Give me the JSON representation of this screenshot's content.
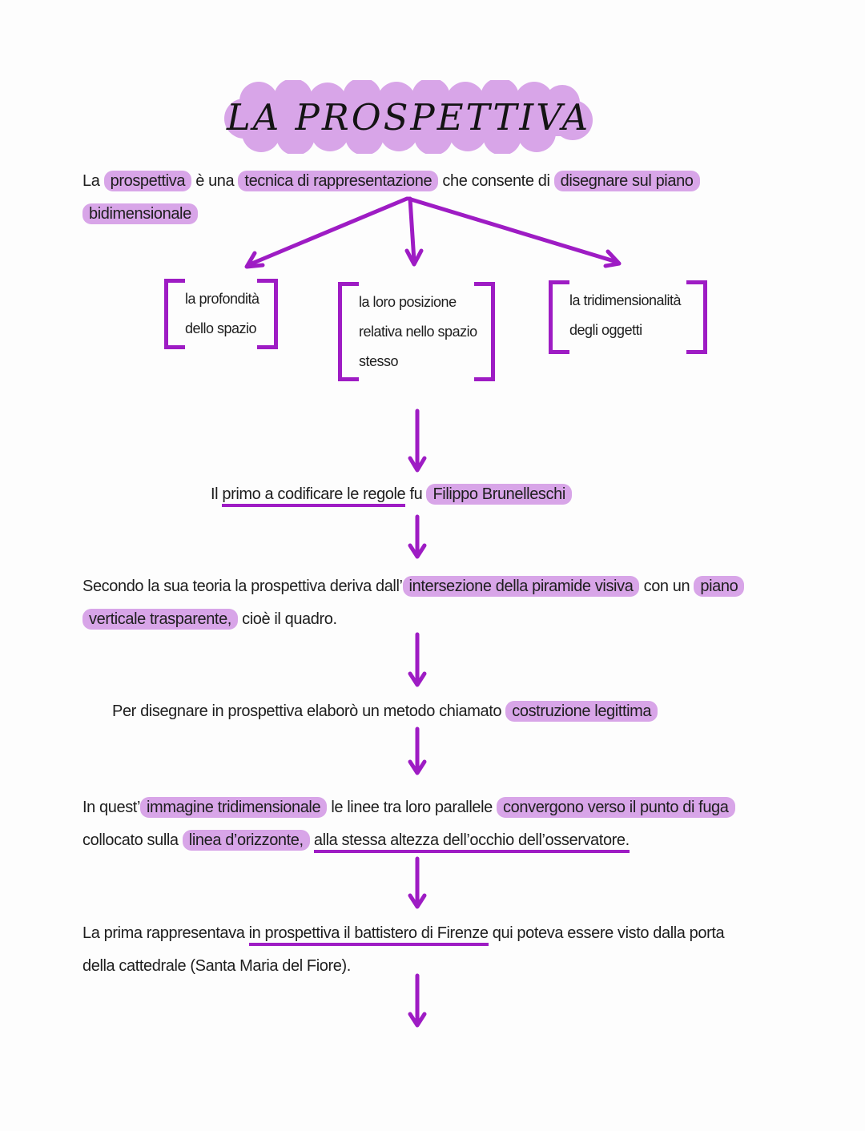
{
  "title": {
    "text": "LA PROSPETTIVA"
  },
  "colors": {
    "highlight": "#d8a5e8",
    "pen": "#9e1cc4",
    "ink": "#1e1e1e"
  },
  "intro": {
    "segments": [
      {
        "t": "La "
      },
      {
        "t": "prospettiva",
        "s": "h"
      },
      {
        "t": " è una "
      },
      {
        "t": "tecnica di rappresentazione",
        "s": "h"
      },
      {
        "t": " che consente di "
      },
      {
        "t": "disegnare sul piano",
        "s": "h"
      },
      {
        "br": true
      },
      {
        "t": "bidimensionale",
        "s": "h"
      }
    ]
  },
  "branches": [
    {
      "lines": [
        "la profondità",
        "dello spazio"
      ]
    },
    {
      "lines": [
        "la loro posizione",
        "relativa nello spazio",
        "stesso"
      ]
    },
    {
      "lines": [
        "la tridimensionalità",
        "degli oggetti"
      ]
    }
  ],
  "brunelleschi": {
    "segments": [
      {
        "t": "Il "
      },
      {
        "t": "primo a codificare le regole",
        "s": "u"
      },
      {
        "t": " fu "
      },
      {
        "t": "Filippo Brunelleschi",
        "s": "h"
      }
    ]
  },
  "teoria": {
    "segments": [
      {
        "t": "Secondo la sua teoria la prospettiva deriva dall’"
      },
      {
        "t": "intersezione della piramide visiva",
        "s": "h"
      },
      {
        "t": " con un "
      },
      {
        "t": "piano",
        "s": "h"
      },
      {
        "br": true
      },
      {
        "t": "verticale trasparente,",
        "s": "h"
      },
      {
        "t": " cioè il quadro."
      }
    ]
  },
  "metodo": {
    "segments": [
      {
        "t": "Per disegnare in prospettiva elaborò un metodo chiamato "
      },
      {
        "t": "costruzione legittima",
        "s": "h"
      }
    ]
  },
  "puntodifuga": {
    "segments": [
      {
        "t": "In quest’"
      },
      {
        "t": "immagine tridimensionale",
        "s": "h"
      },
      {
        "t": " le linee tra loro parallele "
      },
      {
        "t": "convergono verso il punto di fuga",
        "s": "h"
      },
      {
        "br": true
      },
      {
        "t": "collocato sulla "
      },
      {
        "t": "linea d’orizzonte,",
        "s": "h"
      },
      {
        "t": " "
      },
      {
        "t": "alla stessa altezza dell’occhio dell’osservatore.",
        "s": "u"
      }
    ]
  },
  "battistero": {
    "segments": [
      {
        "t": "La prima rappresentava "
      },
      {
        "t": "in prospettiva il battistero di Firenze",
        "s": "u"
      },
      {
        "t": " qui poteva essere visto dalla porta"
      },
      {
        "br": true
      },
      {
        "t": "della cattedrale (Santa Maria del Fiore)."
      }
    ]
  }
}
